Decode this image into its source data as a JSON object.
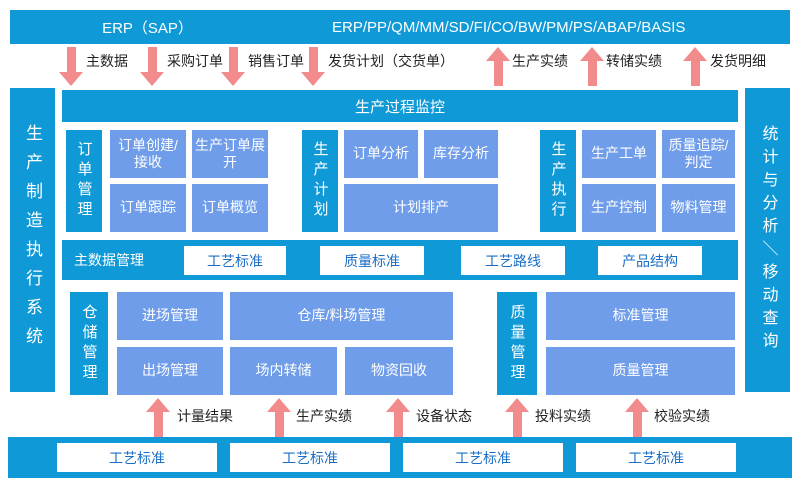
{
  "colors": {
    "bar_blue": "#0f9ad7",
    "module_blue": "#6f9dea",
    "arrow_pink": "#f28c8c",
    "white_box_text_blue": "#1b6ec6"
  },
  "top_bar": {
    "left_label": "ERP（SAP）",
    "right_label": "ERP/PP/QM/MM/SD/FI/CO/BW/PM/PS/ABAP/BASIS"
  },
  "erp_down_flows": [
    {
      "label": "主数据"
    },
    {
      "label": "采购订单"
    },
    {
      "label": "销售订单"
    },
    {
      "label": "发货计划（交货单）"
    }
  ],
  "erp_up_flows": [
    {
      "label": "生产实绩"
    },
    {
      "label": "转储实绩"
    },
    {
      "label": "发货明细"
    }
  ],
  "left_bar": {
    "label": "生产制造执行系统"
  },
  "right_bar": {
    "label": "统计与分析＼移动查询"
  },
  "monitor_bar": {
    "label": "生产过程监控"
  },
  "groups": {
    "order": {
      "label": "订单管理",
      "boxes": [
        "订单创建/接收",
        "生产订单展开",
        "订单跟踪",
        "订单概览"
      ]
    },
    "plan": {
      "label": "生产计划",
      "boxes": [
        "订单分析",
        "库存分析",
        "计划排产"
      ]
    },
    "exec": {
      "label": "生产执行",
      "boxes": [
        "生产工单",
        "质量追踪/判定",
        "生产控制",
        "物料管理"
      ]
    },
    "warehouse": {
      "label": "仓储管理",
      "boxes": [
        "进场管理",
        "仓库/料场管理",
        "出场管理",
        "场内转储",
        "物资回收"
      ]
    },
    "quality": {
      "label": "质量管理",
      "boxes": [
        "标准管理",
        "质量管理"
      ]
    }
  },
  "master_data_row": {
    "label": "主数据管理",
    "boxes": [
      "工艺标准",
      "质量标准",
      "工艺路线",
      "产品结构"
    ]
  },
  "bottom_flows": [
    {
      "label": "计量结果"
    },
    {
      "label": "生产实绩"
    },
    {
      "label": "设备状态"
    },
    {
      "label": "投料实绩"
    },
    {
      "label": "校验实绩"
    }
  ],
  "bottom_bar": {
    "boxes": [
      "工艺标准",
      "工艺标准",
      "工艺标准",
      "工艺标准"
    ]
  }
}
